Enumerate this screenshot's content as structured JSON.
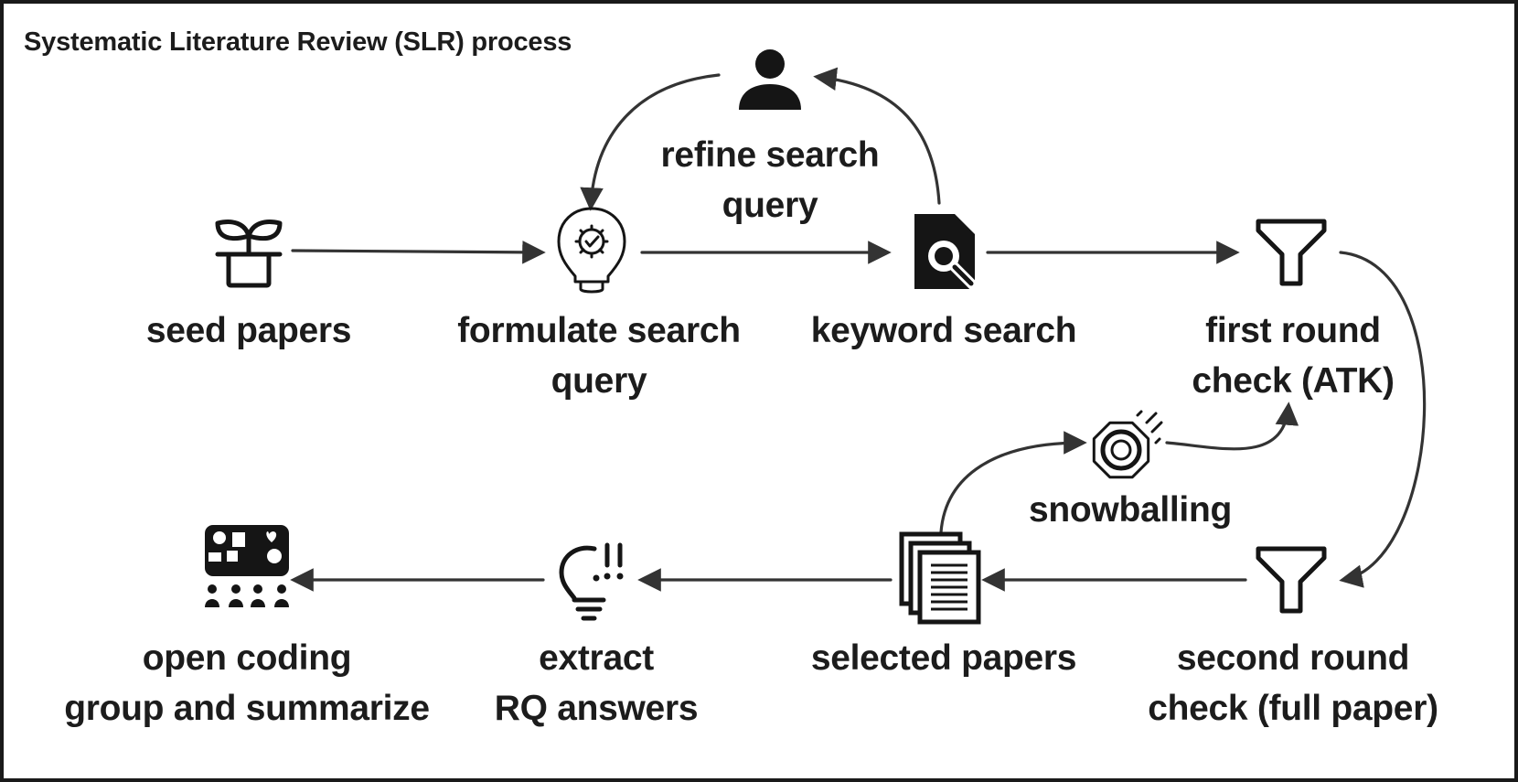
{
  "title": "Systematic Literature Review (SLR) process",
  "nodes": {
    "seed_papers": {
      "lines": [
        "seed papers"
      ],
      "icon": "sprout-pot-icon"
    },
    "formulate_query": {
      "lines": [
        "formulate search",
        "query"
      ],
      "icon": "lightbulb-gear-icon"
    },
    "refine_query": {
      "lines": [
        "refine search",
        "query"
      ],
      "icon": "person-icon"
    },
    "keyword_search": {
      "lines": [
        "keyword search"
      ],
      "icon": "document-search-icon"
    },
    "first_round": {
      "lines": [
        "first round",
        "check (ATK)"
      ],
      "icon": "funnel-icon"
    },
    "snowballing": {
      "lines": [
        "snowballing"
      ],
      "icon": "snowball-icon"
    },
    "second_round": {
      "lines": [
        "second round",
        "check (full paper)"
      ],
      "icon": "funnel-icon"
    },
    "selected_papers": {
      "lines": [
        "selected papers"
      ],
      "icon": "stacked-documents-icon"
    },
    "extract_answers": {
      "lines": [
        "extract",
        "RQ answers"
      ],
      "icon": "idea-exclamation-icon"
    },
    "open_coding": {
      "lines": [
        "open coding",
        "group and summarize"
      ],
      "icon": "group-board-icon"
    }
  },
  "colors": {
    "ink": "#151515",
    "arrow": "#333333",
    "border": "#1a1a1a",
    "background": "#ffffff"
  }
}
